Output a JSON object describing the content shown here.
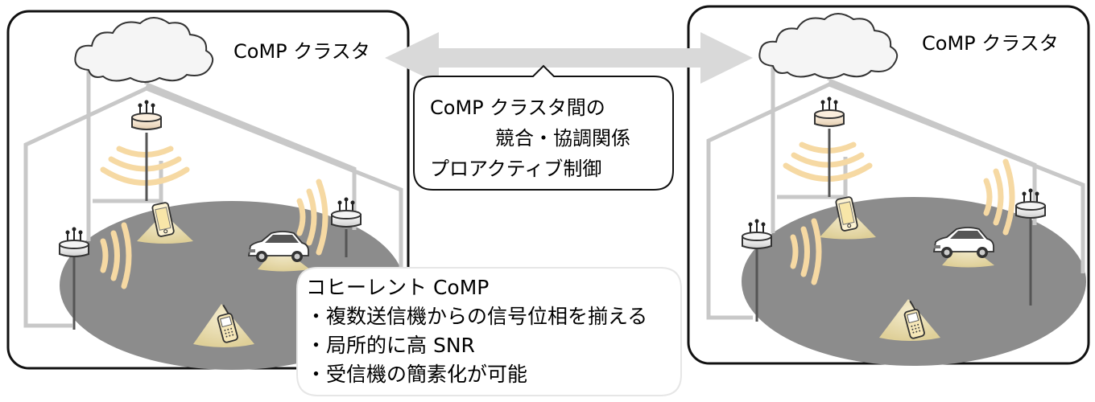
{
  "left_cluster": {
    "label": "CoMP クラスタ"
  },
  "right_cluster": {
    "label": "CoMP クラスタ"
  },
  "inter_cluster_callout": {
    "line1": "CoMP クラスタ間の",
    "line2": "競合・協調関係",
    "line3": "プロアクティブ制御"
  },
  "coherent_comp_callout": {
    "title": "コヒーレント CoMP",
    "bullets": [
      "・複数送信機からの信号位相を揃える",
      "・局所的に高 SNR",
      "・受信機の簡素化が可能"
    ]
  },
  "icons": {
    "cloud": "cloud-icon",
    "base_station": "base-station-icon",
    "phone": "smartphone-icon",
    "car": "car-icon",
    "signal": "signal-waves-icon"
  },
  "colors": {
    "frame": "#111111",
    "house_line": "#c8c8c8",
    "arrow": "#d9d9d9",
    "ground": "#8c8c8c",
    "signal": "#f6d9a3",
    "beam": "#f4e3b0"
  }
}
